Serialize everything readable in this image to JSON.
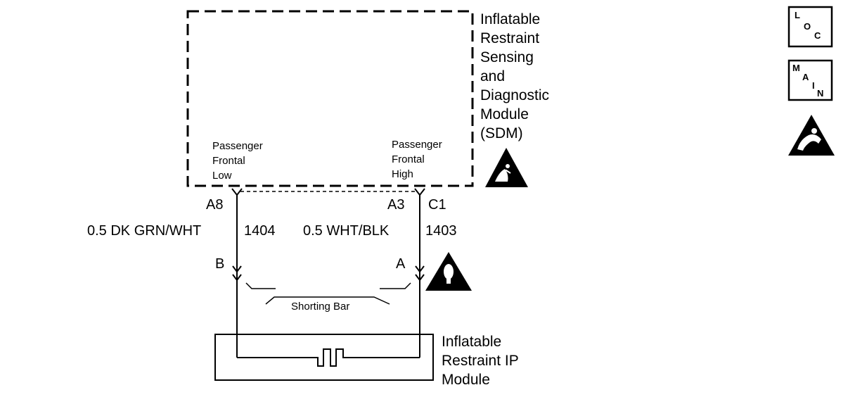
{
  "sdm": {
    "label_lines": [
      "Inflatable",
      "Restraint",
      "Sensing",
      "and",
      "Diagnostic",
      "Module",
      "(SDM)"
    ],
    "pin_low_lines": [
      "Passenger",
      "Frontal",
      "Low"
    ],
    "pin_high_lines": [
      "Passenger",
      "Frontal",
      "High"
    ]
  },
  "connector": {
    "pin_a8": "A8",
    "pin_a3": "A3",
    "pin_c1": "C1",
    "pin_b": "B",
    "pin_a": "A"
  },
  "wires": {
    "left_color": "0.5 DK GRN/WHT",
    "left_circuit": "1404",
    "right_color": "0.5 WHT/BLK",
    "right_circuit": "1403"
  },
  "shorting_bar": {
    "label": "Shorting Bar"
  },
  "ip_module": {
    "label_lines": [
      "Inflatable",
      "Restraint IP",
      "Module"
    ]
  },
  "icons": {
    "loc": {
      "letters": [
        "L",
        "O",
        "C"
      ]
    },
    "main": {
      "letters": [
        "M",
        "A",
        "I",
        "N"
      ]
    },
    "esd": "esd-warning-icon",
    "airbag": "airbag-warning-icon",
    "inflator": "inflator-caution-icon"
  }
}
